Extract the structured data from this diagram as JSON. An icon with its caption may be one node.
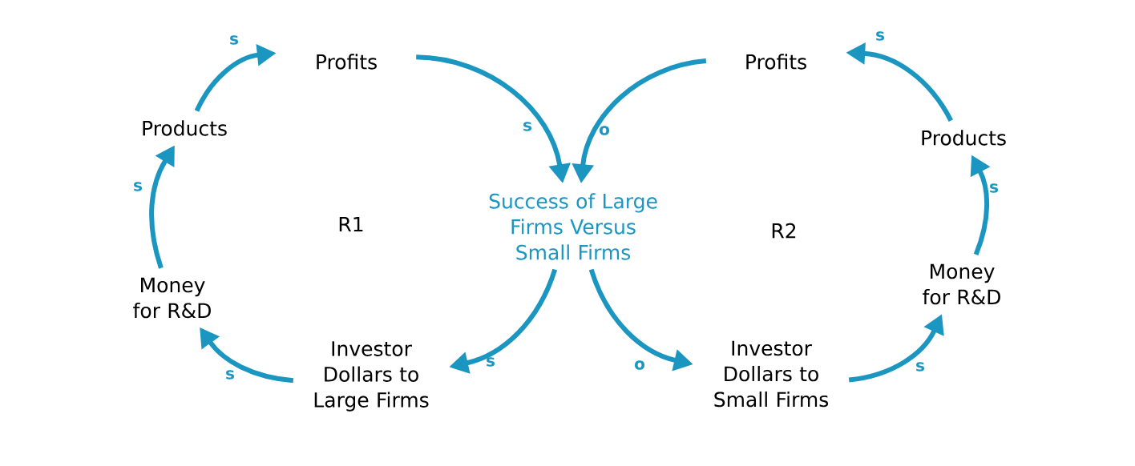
{
  "diagram": {
    "nodes": [
      {
        "text": [
          "Success of Large Firms Versus Small Firms"
        ]
      },
      {
        "text": [
          "Profits"
        ]
      },
      {
        "text": [
          "Products"
        ]
      },
      {
        "text": [
          "Money for R&D"
        ]
      },
      {
        "text": [
          "Investor Dollars to Large Firms"
        ]
      },
      {
        "text": [
          "Profits"
        ]
      },
      {
        "text": [
          "Products"
        ]
      },
      {
        "text": [
          "Money for R&D"
        ]
      },
      {
        "text": [
          "Investor Dollars to Small Firms"
        ]
      }
    ],
    "edges": [
      {
        "from": 2,
        "to": 1,
        "arrow": "to",
        "label": "s"
      },
      {
        "from": 1,
        "to": 0,
        "arrow": "to",
        "label": "s"
      },
      {
        "from": 0,
        "to": 4,
        "arrow": "to",
        "label": "s"
      },
      {
        "from": 4,
        "to": 3,
        "arrow": "to",
        "label": "s"
      },
      {
        "from": 3,
        "to": 2,
        "arrow": "to",
        "label": "s"
      },
      {
        "from": 5,
        "to": 0,
        "arrow": "to",
        "label": "o"
      },
      {
        "from": 0,
        "to": 8,
        "arrow": "to",
        "label": "o"
      },
      {
        "from": 8,
        "to": 7,
        "arrow": "to",
        "label": "s"
      },
      {
        "from": 7,
        "to": 6,
        "arrow": "to",
        "label": "s"
      },
      {
        "from": 6,
        "to": 5,
        "arrow": "to",
        "label": "s"
      }
    ],
    "labels": [
      "R1",
      "R2"
    ]
  }
}
